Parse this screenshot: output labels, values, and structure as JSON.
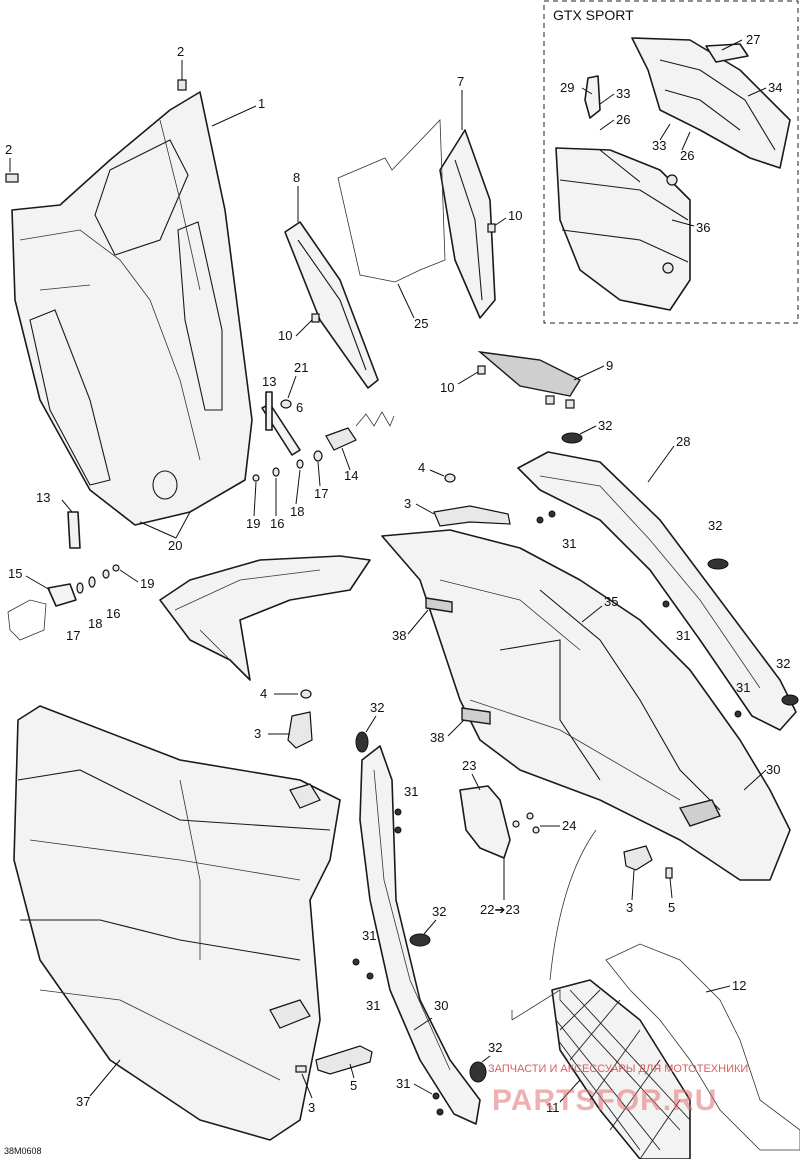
{
  "inset": {
    "title": "GTX SPORT"
  },
  "drawing_id": "38M0608",
  "watermark": {
    "line1": "ЗАПЧАСТИ И АКСЕССУАРЫ ДЛЯ МОТОТЕХНИКИ",
    "logo": "PARTSFOR.RU"
  },
  "callouts": {
    "c1": "1",
    "c2a": "2",
    "c2b": "2",
    "c3a": "3",
    "c3b": "3",
    "c3c": "3",
    "c3d": "3",
    "c4a": "4",
    "c4b": "4",
    "c5a": "5",
    "c5b": "5",
    "c6": "6",
    "c7": "7",
    "c8": "8",
    "c9": "9",
    "c10a": "10",
    "c10b": "10",
    "c10c": "10",
    "c11": "11",
    "c12": "12",
    "c13a": "13",
    "c13b": "13",
    "c14": "14",
    "c15": "15",
    "c16a": "16",
    "c16b": "16",
    "c17a": "17",
    "c17b": "17",
    "c18a": "18",
    "c18b": "18",
    "c19a": "19",
    "c19b": "19",
    "c20": "20",
    "c21": "21",
    "c22": "22➔23",
    "c23": "23",
    "c24": "24",
    "c25": "25",
    "c26a": "26",
    "c26b": "26",
    "c27": "27",
    "c28": "28",
    "c29": "29",
    "c30a": "30",
    "c30b": "30",
    "c31a": "31",
    "c31b": "31",
    "c31c": "31",
    "c31d": "31",
    "c31e": "31",
    "c31f": "31",
    "c31g": "31",
    "c32a": "32",
    "c32b": "32",
    "c32c": "32",
    "c32d": "32",
    "c32e": "32",
    "c32f": "32",
    "c33a": "33",
    "c33b": "33",
    "c34": "34",
    "c35": "35",
    "c36": "36",
    "c37": "37",
    "c38a": "38",
    "c38b": "38"
  }
}
